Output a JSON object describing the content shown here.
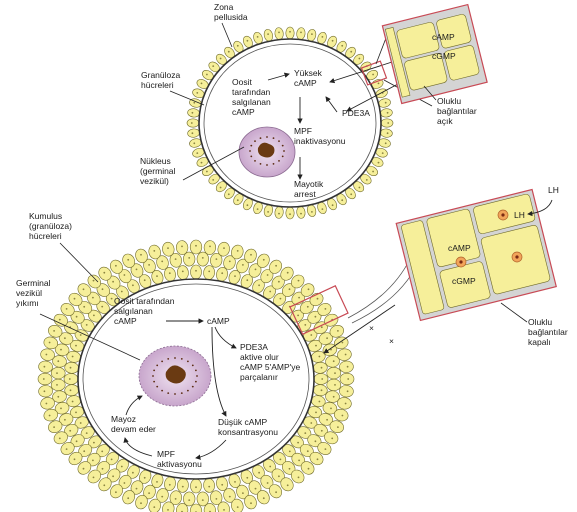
{
  "top": {
    "zona": [
      "Zona",
      "pellusida"
    ],
    "granulosa": [
      "Granüloza",
      "hücreleri"
    ],
    "secreted": [
      "Oosit",
      "tarafından",
      "salgılanan",
      "cAMP"
    ],
    "high": [
      "Yüksek",
      "cAMP"
    ],
    "pde": "PDE3A",
    "mpf": [
      "MPF",
      "inaktivasyonu"
    ],
    "arrest": [
      "Mayotik",
      "arrest"
    ],
    "nucleus": [
      "Nükleus",
      "(germinal",
      "vezikül)"
    ],
    "inset_camp": "cAMP",
    "inset_cgmp": "cGMP",
    "gap": [
      "Oluklu",
      "bağlantılar",
      "açık"
    ]
  },
  "bottom": {
    "cumulus": [
      "Kumulus",
      "(granüloza)",
      "hücreleri"
    ],
    "gvbd": [
      "Germinal",
      "vezikül",
      "yıkımı"
    ],
    "secreted": [
      "Oosit tarafından",
      "salgılanan",
      "cAMP"
    ],
    "camp": "cAMP",
    "pde": [
      "PDE3A",
      "aktive olur",
      "cAMP 5'AMP'ye",
      "parçalanır"
    ],
    "low": [
      "Düşük cAMP",
      "konsantrasyonu"
    ],
    "mpf": [
      "MPF",
      "aktivasyonu"
    ],
    "meiosis": [
      "Mayoz",
      "devam eder"
    ],
    "lh_outer": "LH",
    "lh_inner": "LH",
    "inset_camp": "cAMP",
    "inset_cgmp": "cGMP",
    "gap": [
      "Oluklu",
      "bağlantılar",
      "kapalı"
    ]
  },
  "colors": {
    "cell_fill": "#f6ef9a",
    "cell_stroke": "#6f6a2a",
    "nucleus_fill": "#d9c4dd",
    "chromatin": "#6a3a12",
    "box": "#c84a55",
    "inset_gray": "#c9c9c9"
  }
}
